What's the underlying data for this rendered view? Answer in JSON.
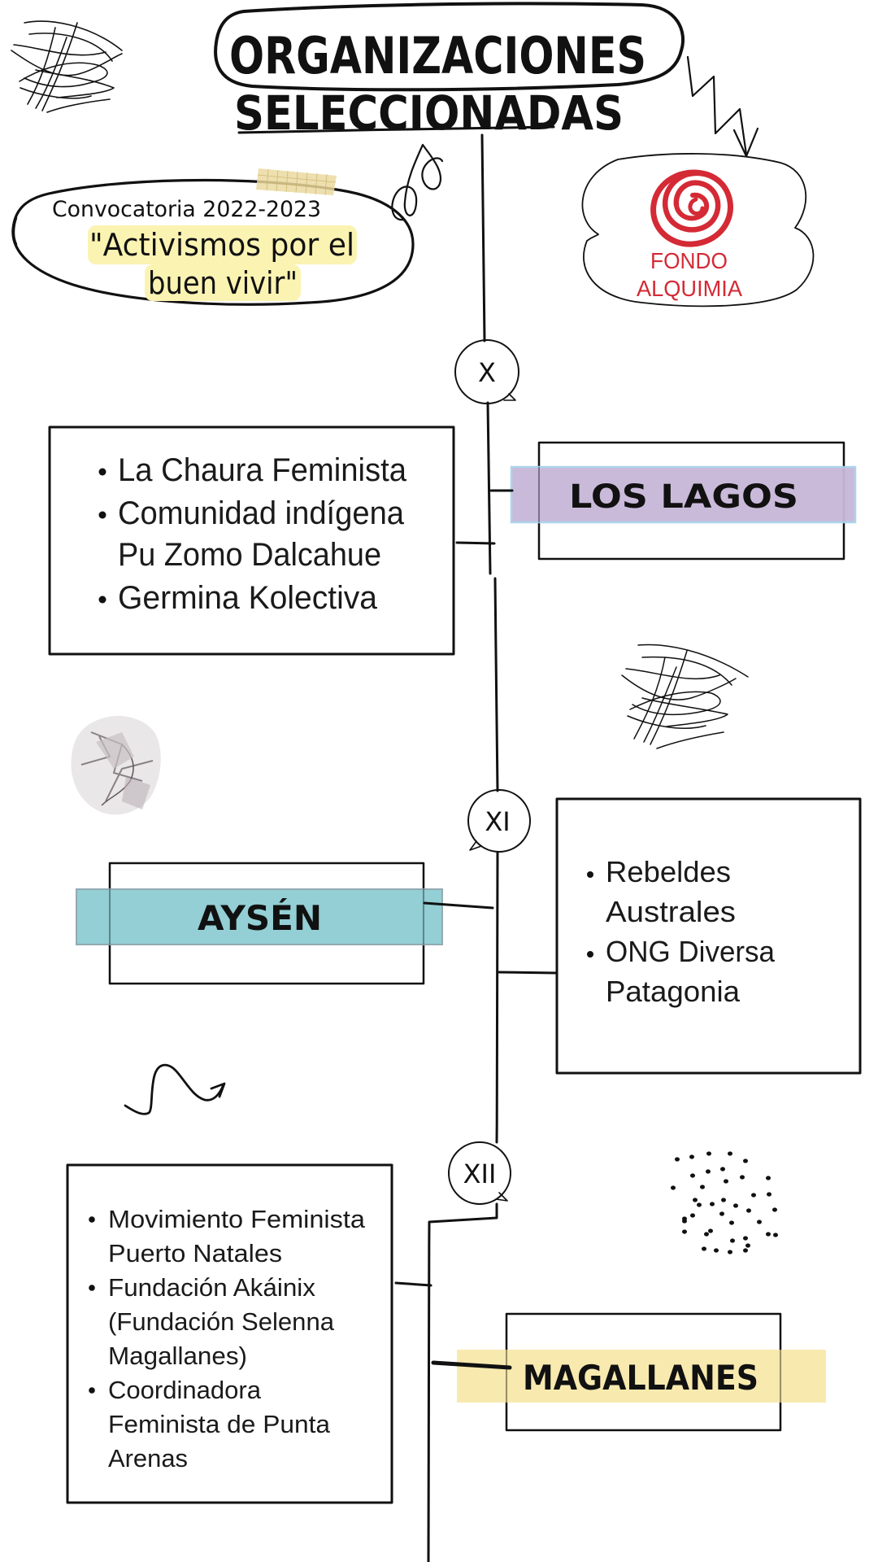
{
  "header": {
    "title_line1": "ORGANIZACIONES",
    "title_line2": "SELECCIONADAS"
  },
  "call": {
    "label": "Convocatoria 2022-2023",
    "name_line1": "\"Activismos por el",
    "name_line2": "buen vivir\""
  },
  "logo": {
    "line1": "FONDO",
    "line2": "ALQUIMIA",
    "color": "#d42a35",
    "icon": "spiral-logo-icon"
  },
  "colors": {
    "los_lagos_band": "#c8b7d9",
    "los_lagos_band_border": "#a9d2ec",
    "aysen_band": "#8ecdd3",
    "aysen_band_border": "#8ea6ae",
    "magallanes_band": "#f7e8a6",
    "quote_highlight": "#fbf3b2",
    "ink": "#111111"
  },
  "regions": [
    {
      "numeral": "X",
      "name": "LOS LAGOS",
      "organizations": [
        {
          "lines": [
            "La Chaura Feminista"
          ]
        },
        {
          "lines": [
            "Comunidad indígena",
            "Pu Zomo Dalcahue"
          ]
        },
        {
          "lines": [
            "Germina Kolectiva"
          ]
        }
      ]
    },
    {
      "numeral": "XI",
      "name": "AYSÉN",
      "organizations": [
        {
          "lines": [
            "Rebeldes",
            "Australes"
          ]
        },
        {
          "lines": [
            "ONG Diversa",
            "Patagonia"
          ]
        }
      ]
    },
    {
      "numeral": "XII",
      "name": "MAGALLANES",
      "organizations": [
        {
          "lines": [
            "Movimiento Feminista",
            "Puerto Natales"
          ]
        },
        {
          "lines": [
            "Fundación Akáinix",
            "(Fundación Selenna",
            "Magallanes)"
          ]
        },
        {
          "lines": [
            "Coordinadora",
            "Feminista de Punta",
            "Arenas"
          ]
        }
      ]
    }
  ],
  "decorations": [
    "scribble-icon",
    "zigzag-arrow-icon",
    "tape-icon",
    "loop-doodle-icon",
    "crumpled-paper-icon",
    "squiggle-arrow-icon",
    "dot-cluster-icon"
  ]
}
